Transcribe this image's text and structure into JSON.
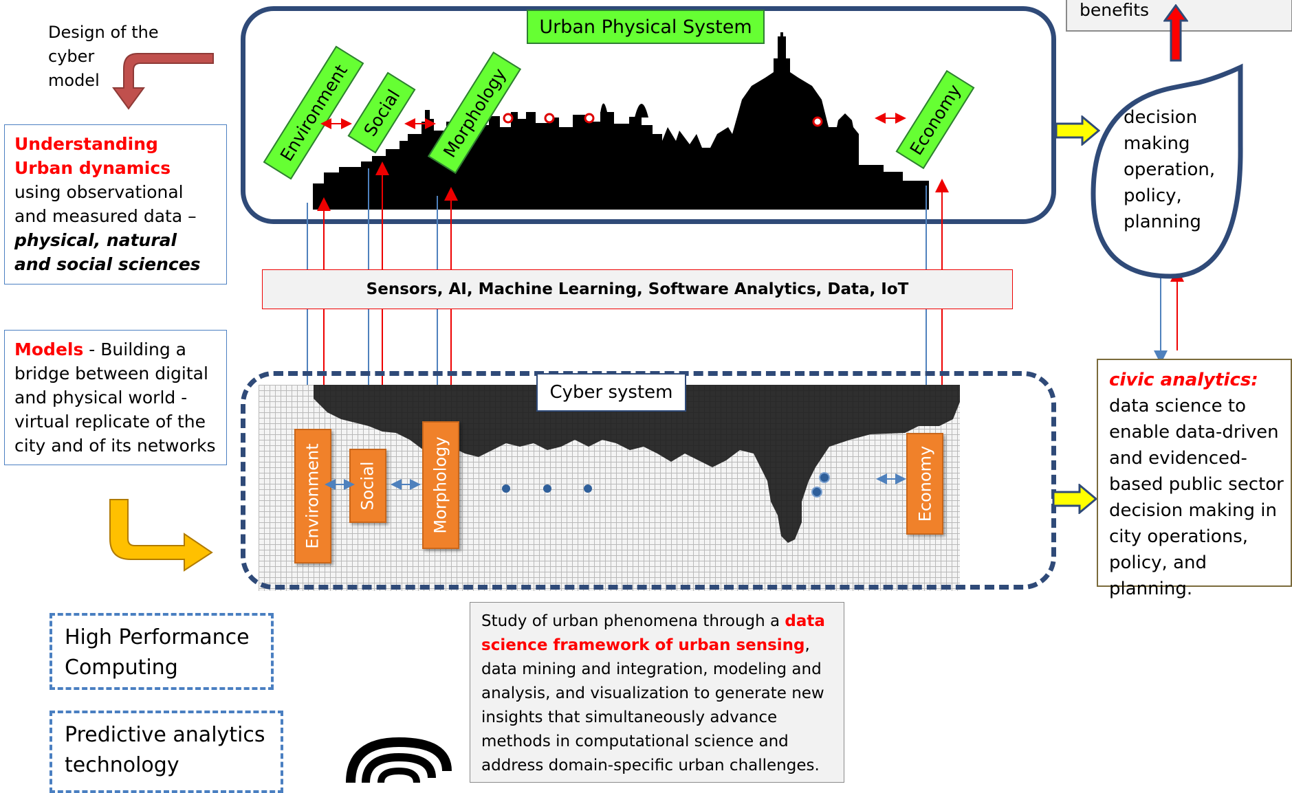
{
  "top_right_box": {
    "text": "benefits"
  },
  "design_label": {
    "line1": "Design of the",
    "line2": "cyber",
    "line3": "model"
  },
  "understanding_box": {
    "red_text": "Understanding Urban dynamics",
    "text1": " using observational and measured  data – ",
    "bold_italic": "physical, natural and social sciences"
  },
  "models_box": {
    "red_text": "Models",
    "text": " - Building a bridge between digital and physical world - virtual  replicate  of the city and of its networks"
  },
  "urban_physical_system": {
    "title": "Urban Physical System"
  },
  "physical_labels": {
    "environment": "Environment",
    "social": "Social",
    "morphology": "Morphology",
    "economy": "Economy"
  },
  "sensors_bar": {
    "text": "Sensors, AI,  Machine Learning, Software Analytics, Data, IoT"
  },
  "cyber_system": {
    "title": "Cyber system"
  },
  "cyber_labels": {
    "environment": "Environment",
    "social": "Social",
    "morphology": "Morphology",
    "economy": "Economy"
  },
  "decision_bubble": {
    "line1": "decision",
    "line2": "making",
    "line3": "operation,",
    "line4": "policy,",
    "line5": "planning"
  },
  "civic_box": {
    "red_italic": "civic analytics:",
    "text": " data science to enable data-driven and evidenced-based public sector decision making in city  operations, policy, and planning."
  },
  "hpc_box": {
    "line1": "High Performance",
    "line2": "Computing"
  },
  "predictive_box": {
    "line1": "Predictive analytics",
    "line2": "technology"
  },
  "study_box": {
    "text1": "Study of urban phenomena through a ",
    "red_text": "data science framework of urban sensing",
    "text2": ", data mining and integration, modeling and analysis, and visualization to generate new insights that simultaneously advance methods in computational science and address domain-specific urban challenges."
  },
  "colors": {
    "frame_blue": "#2f4a78",
    "label_green": "#66ff33",
    "label_orange": "#f0812a",
    "accent_red": "#ff0000",
    "arrow_yellow": "#ffff00",
    "civic_border": "#7a6a3a"
  }
}
